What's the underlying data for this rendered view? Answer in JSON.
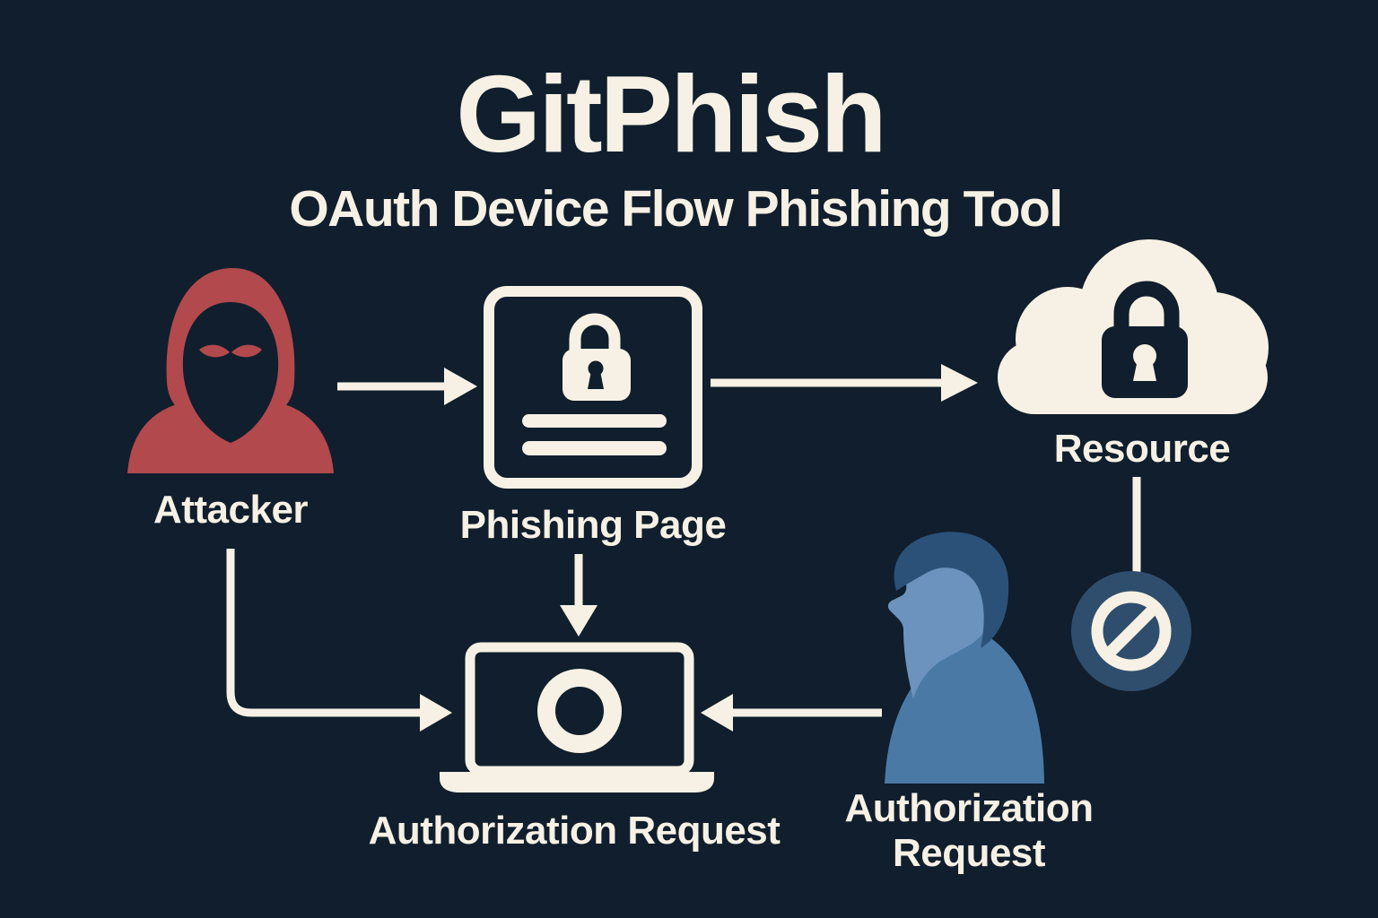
{
  "header": {
    "title": "GitPhish",
    "subtitle": "OAuth Device Flow Phishing Tool"
  },
  "nodes": {
    "attacker": {
      "label": "Attacker",
      "icon": "hooded-attacker-icon"
    },
    "phishing_page": {
      "label": "Phishing Page",
      "icon": "lock-page-icon"
    },
    "resource": {
      "label": "Resource",
      "icon": "cloud-lock-icon"
    },
    "authorization_request_device": {
      "label": "Authorization Request",
      "icon": "laptop-icon"
    },
    "authorization_request_user": {
      "label_line1": "Authorization",
      "label_line2": "Request",
      "icon": "person-profile-icon"
    },
    "blocked": {
      "icon": "no-entry-icon"
    }
  },
  "edges": [
    {
      "from": "attacker",
      "to": "phishing_page",
      "style": "arrow-right"
    },
    {
      "from": "phishing_page",
      "to": "resource",
      "style": "arrow-right"
    },
    {
      "from": "phishing_page",
      "to": "authorization_request_device",
      "style": "arrow-down"
    },
    {
      "from": "attacker",
      "to": "authorization_request_device",
      "style": "elbow-arrow"
    },
    {
      "from": "authorization_request_user",
      "to": "authorization_request_device",
      "style": "arrow-left"
    },
    {
      "from": "resource",
      "to": "blocked",
      "style": "plain-line"
    }
  ],
  "colors": {
    "background": "#101e2d",
    "cream": "#f6f1e4",
    "attacker_red": "#b1494d",
    "user_hair_blue": "#2b5178",
    "user_face_blue": "#6b93bd",
    "user_body_blue": "#4b79a6",
    "blocked_circle_blue": "#2f4e6d"
  }
}
